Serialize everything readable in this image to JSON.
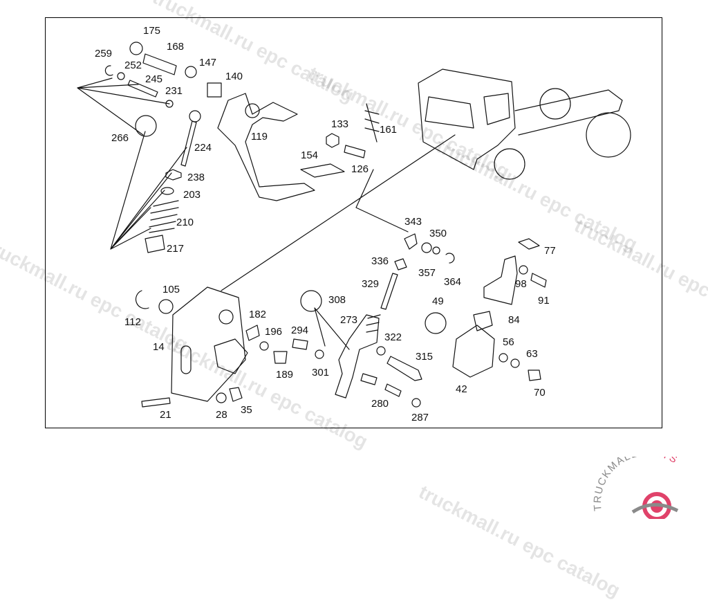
{
  "watermark": "truckmall.ru epc catalog",
  "logo": {
    "text_main": "TRUCKMALL",
    "text_accent": "PARTS",
    "accent_color": "#e0426a",
    "gray_color": "#8a8a8a"
  },
  "callouts": [
    "175",
    "168",
    "259",
    "252",
    "147",
    "245",
    "140",
    "231",
    "266",
    "224",
    "119",
    "133",
    "161",
    "154",
    "126",
    "238",
    "203",
    "210",
    "217",
    "343",
    "350",
    "336",
    "357",
    "364",
    "77",
    "98",
    "91",
    "329",
    "105",
    "112",
    "308",
    "49",
    "84",
    "14",
    "182",
    "196",
    "273",
    "322",
    "294",
    "56",
    "63",
    "315",
    "189",
    "301",
    "42",
    "70",
    "21",
    "28",
    "35",
    "280",
    "287"
  ]
}
